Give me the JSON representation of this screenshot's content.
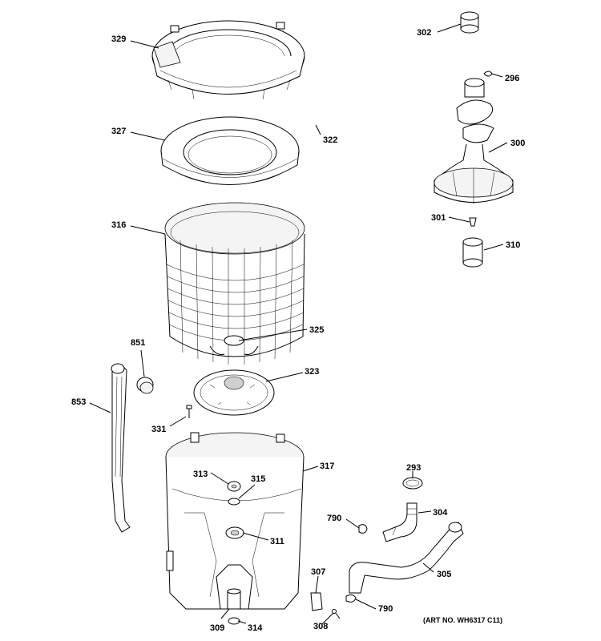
{
  "parts": {
    "p329": "329",
    "p327": "327",
    "p322": "322",
    "p316": "316",
    "p325": "325",
    "p323": "323",
    "p331": "331",
    "p851": "851",
    "p853": "853",
    "p317": "317",
    "p313": "313",
    "p315": "315",
    "p311": "311",
    "p309": "309",
    "p314": "314",
    "p302": "302",
    "p296": "296",
    "p300": "300",
    "p301": "301",
    "p310": "310",
    "p293": "293",
    "p304": "304",
    "p790a": "790",
    "p790b": "790",
    "p305": "305",
    "p307": "307",
    "p308": "308"
  },
  "art_number": "(ART NO. WH6317 C11)"
}
